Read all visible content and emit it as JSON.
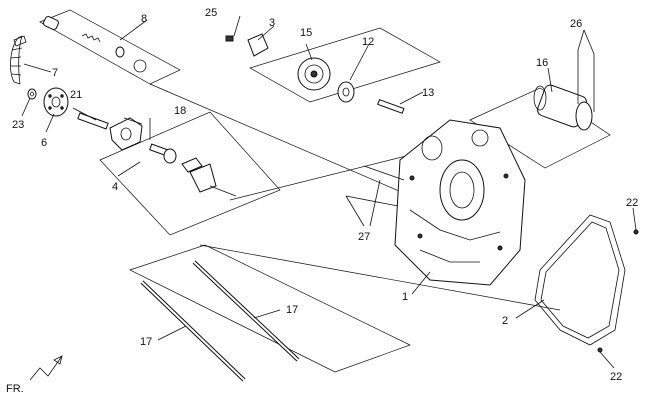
{
  "callouts": [
    "1",
    "2",
    "3",
    "4",
    "6",
    "7",
    "8",
    "12",
    "13",
    "15",
    "16",
    "17",
    "17",
    "18",
    "21",
    "22",
    "22",
    "23",
    "25",
    "26",
    "27"
  ],
  "fr_label": "FR."
}
